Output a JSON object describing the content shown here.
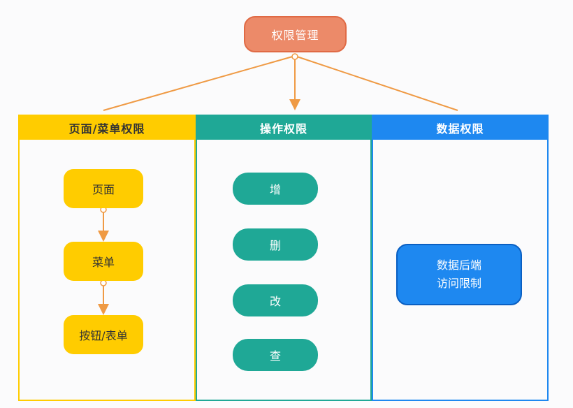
{
  "root": {
    "label": "权限管理"
  },
  "columns": [
    {
      "header": "页面/菜单权限",
      "items": [
        "页面",
        "菜单",
        "按钮/表单"
      ]
    },
    {
      "header": "操作权限",
      "items": [
        "增",
        "删",
        "改",
        "查"
      ]
    },
    {
      "header": "数据权限",
      "items": [
        "数据后端",
        "访问限制"
      ]
    }
  ],
  "colors": {
    "root_fill": "#ec8a69",
    "connector": "#ef9a44",
    "yellow": "#ffcc00",
    "teal": "#1fa896",
    "blue": "#1e88f0"
  }
}
